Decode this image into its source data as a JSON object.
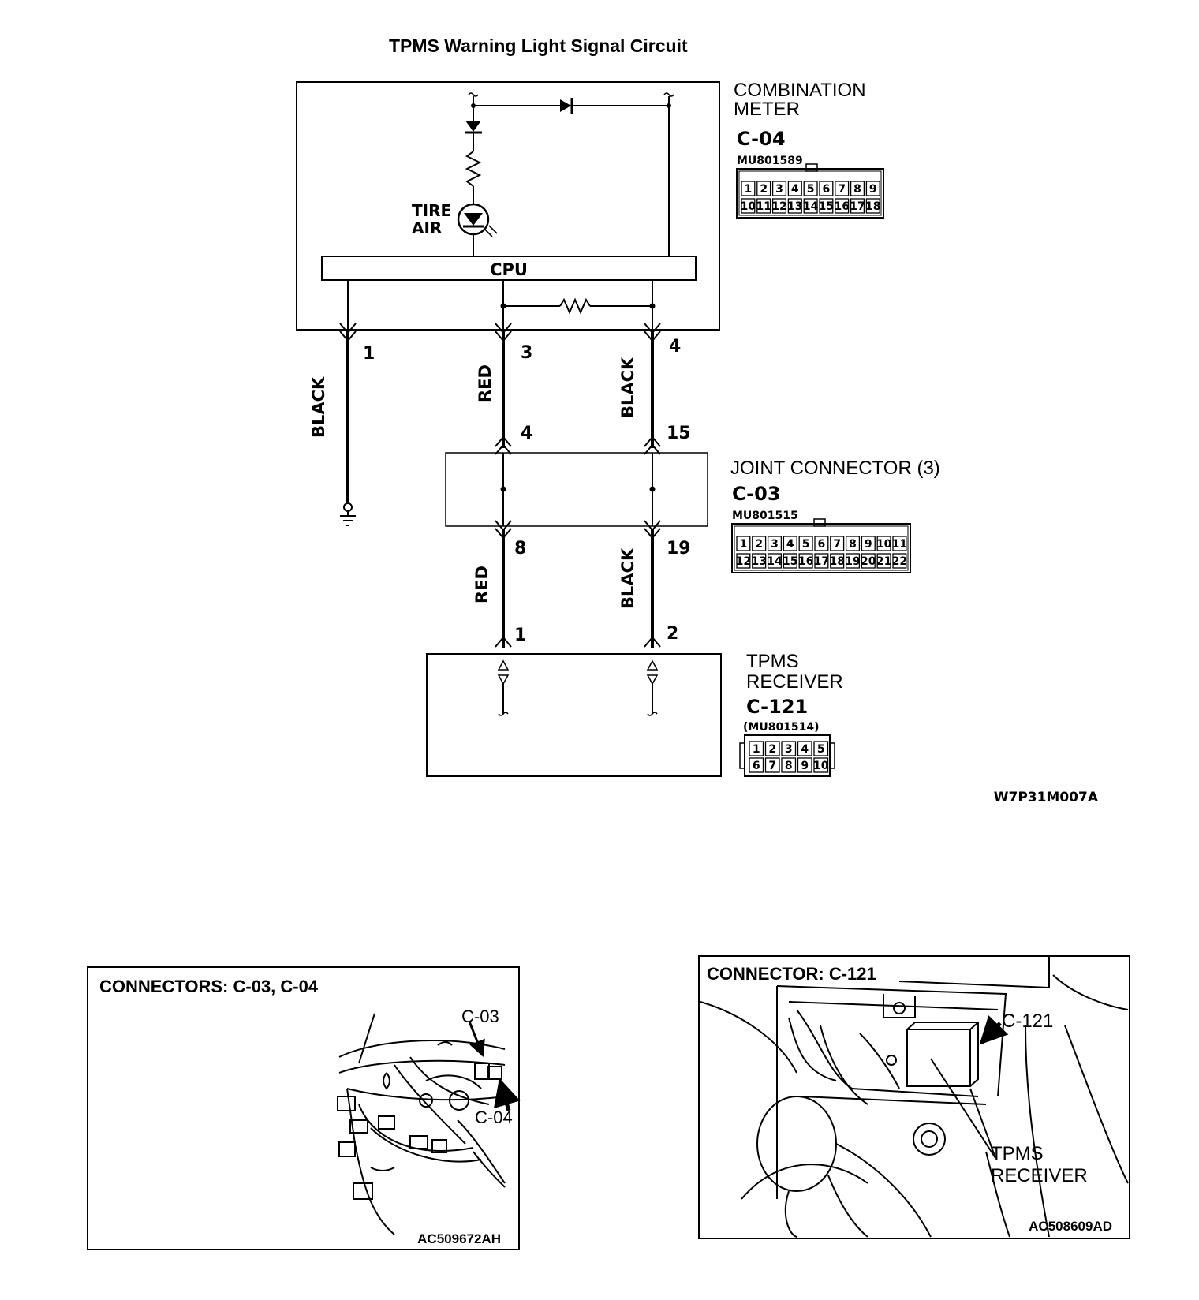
{
  "title": "TPMS Warning Light Signal Circuit",
  "combination_meter": {
    "name_line1": "COMBINATION",
    "name_line2": "METER",
    "connector_id": "C-04",
    "part_number": "MU801589",
    "pins_row1": [
      "1",
      "2",
      "3",
      "4",
      "5",
      "6",
      "7",
      "8",
      "9"
    ],
    "pins_row2": [
      "10",
      "11",
      "12",
      "13",
      "14",
      "15",
      "16",
      "17",
      "18"
    ],
    "lamp_line1": "TIRE",
    "lamp_line2": "AIR",
    "cpu_label": "CPU",
    "terminals": [
      "1",
      "3",
      "4"
    ]
  },
  "joint_connector": {
    "name": "JOINT CONNECTOR (3)",
    "connector_id": "C-03",
    "part_number": "MU801515",
    "pins_row1": [
      "1",
      "2",
      "3",
      "4",
      "5",
      "6",
      "7",
      "8",
      "9",
      "10",
      "11"
    ],
    "pins_row2": [
      "12",
      "13",
      "14",
      "15",
      "16",
      "17",
      "18",
      "19",
      "20",
      "21",
      "22"
    ],
    "terminals_top": [
      "4",
      "15"
    ],
    "terminals_bottom": [
      "8",
      "19"
    ]
  },
  "tpms_receiver": {
    "name_line1": "TPMS",
    "name_line2": "RECEIVER",
    "connector_id": "C-121",
    "part_number": "(MU801514)",
    "pins_row1": [
      "1",
      "2",
      "3",
      "4",
      "5"
    ],
    "pins_row2": [
      "6",
      "7",
      "8",
      "9",
      "10"
    ],
    "terminals": [
      "1",
      "2"
    ]
  },
  "wires": {
    "wire_1": "BLACK",
    "wire_3": "RED",
    "wire_4": "BLACK",
    "wire_8": "RED",
    "wire_19": "BLACK"
  },
  "diagram_code": "W7P31M007A",
  "location_left": {
    "title": "CONNECTORS: C-03, C-04",
    "callout_1": "C-03",
    "callout_2": "C-04",
    "code": "AC509672AH"
  },
  "location_right": {
    "title": "CONNECTOR: C-121",
    "callout_1": "C-121",
    "callout_2_line1": "TPMS",
    "callout_2_line2": "RECEIVER",
    "code": "AC508609AD"
  }
}
